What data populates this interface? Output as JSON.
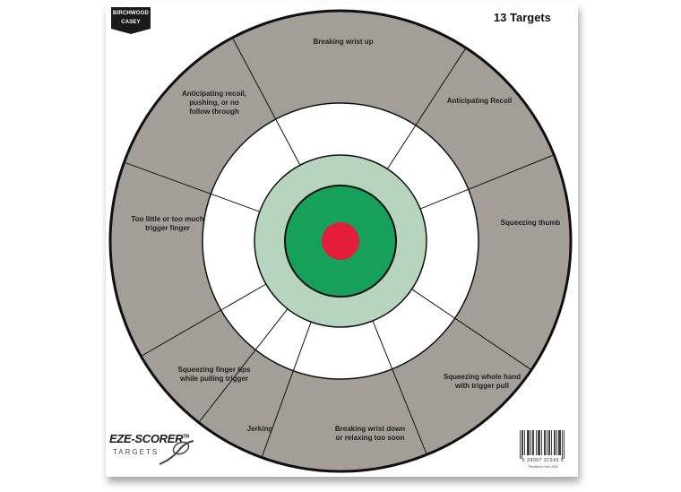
{
  "brand": {
    "line1": "BIRCHWOOD",
    "line2": "CASEY"
  },
  "target_count": "13 Targets",
  "colors": {
    "outer_ring": "#a49e99",
    "white_ring": "#ffffff",
    "light_green": "#b7d4bf",
    "green": "#16a05a",
    "bullseye": "#e41e3a",
    "stroke": "#111111"
  },
  "zones": [
    {
      "id": "top",
      "label": "Breaking wrist up"
    },
    {
      "id": "upper-right",
      "label": "Anticipating Recoil"
    },
    {
      "id": "right",
      "label": "Squeezing thumb"
    },
    {
      "id": "lower-right",
      "label": "Squeezing whole hand\nwith trigger pull"
    },
    {
      "id": "bottom",
      "label": "Breaking wrist down\nor relaxing too soon"
    },
    {
      "id": "bottom-left",
      "label": "Jerking"
    },
    {
      "id": "lower-left",
      "label": "Squeezing finger tips\nwhile pulling trigger"
    },
    {
      "id": "left",
      "label": "Too little or too much\ntrigger finger"
    },
    {
      "id": "upper-left",
      "label": "Anticipating recoil,\npushing, or no\nfollow through"
    }
  ],
  "logo": {
    "name": "EZE-SCORER",
    "trademark": "TM",
    "subtitle": "TARGETS"
  },
  "barcode": {
    "digits": "0 29057 37243 5",
    "origin": "Printed in the USA"
  }
}
